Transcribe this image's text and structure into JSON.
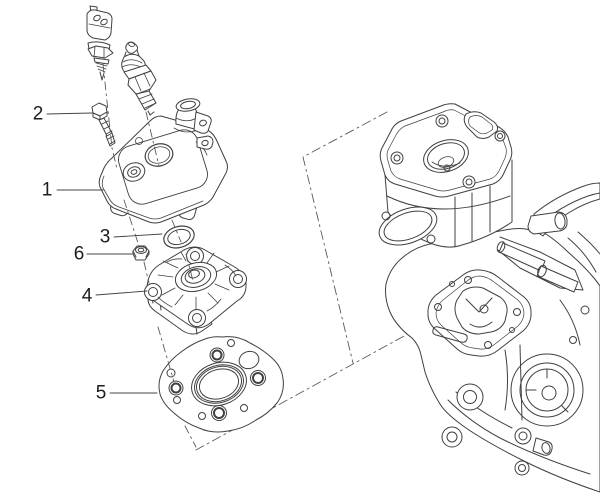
{
  "diagram": {
    "kind": "exploded-parts-diagram",
    "background_color": "#ffffff",
    "line_color": "#404040",
    "label_color": "#1c1c1c"
  },
  "callouts": [
    {
      "label": "1"
    },
    {
      "label": "2"
    },
    {
      "label": "3"
    },
    {
      "label": "4"
    },
    {
      "label": "5"
    },
    {
      "label": "6"
    }
  ]
}
